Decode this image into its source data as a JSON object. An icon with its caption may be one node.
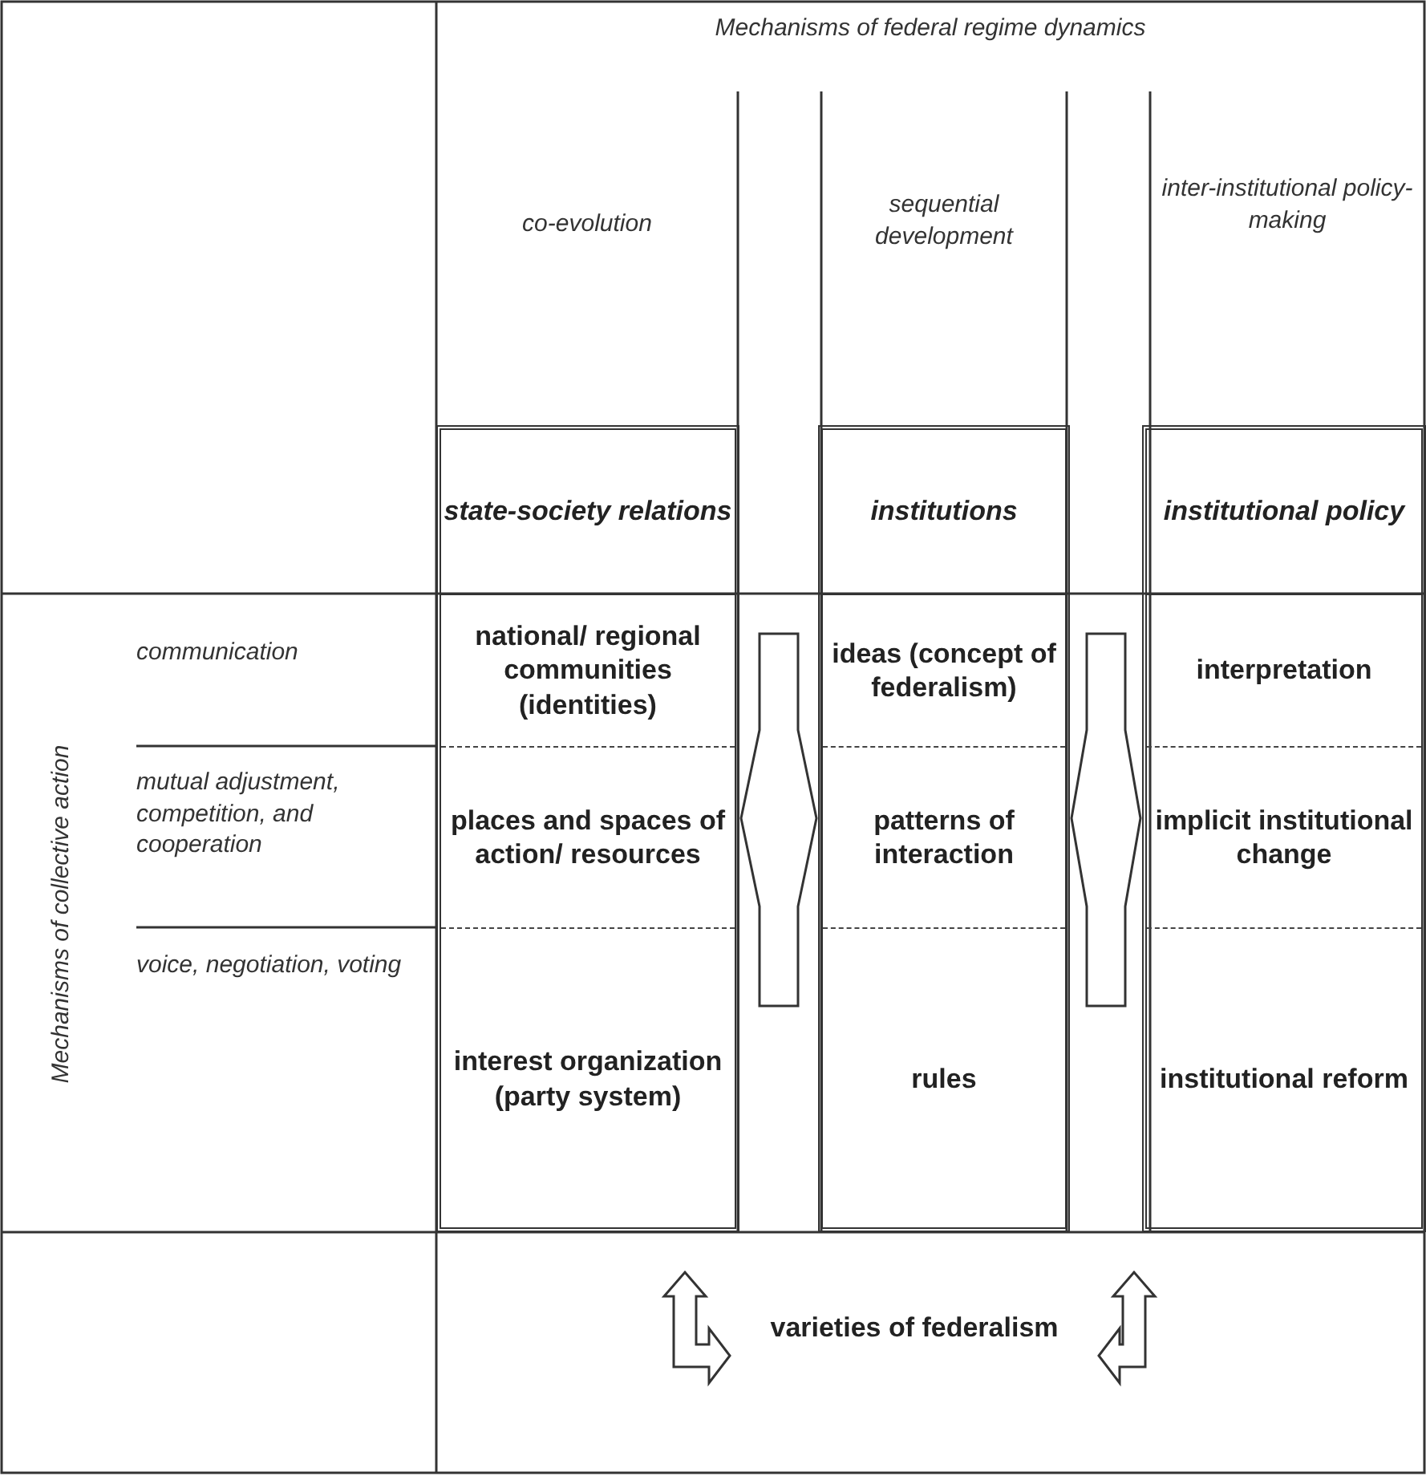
{
  "diagram": {
    "nodes": [
      {
        "text": [
          "state-society relations"
        ]
      },
      {
        "text": [
          "national/ regional communities (identities)"
        ],
        "in": 0
      },
      {
        "text": [
          "places and spaces of action/ resources"
        ],
        "in": 0
      },
      {
        "text": [
          "interest organization (party system)"
        ],
        "in": 0
      },
      {
        "text": [
          "institutions"
        ]
      },
      {
        "text": [
          "ideas (concept of federalism)"
        ],
        "in": 4
      },
      {
        "text": [
          "patterns of interaction"
        ],
        "in": 4
      },
      {
        "text": [
          "rules"
        ],
        "in": 4
      },
      {
        "text": [
          "institutional policy"
        ]
      },
      {
        "text": [
          "interpretation"
        ],
        "in": 8
      },
      {
        "text": [
          "implicit institutional change"
        ],
        "in": 8
      },
      {
        "text": [
          "institutional reform"
        ],
        "in": 8
      },
      {
        "text": [
          "varieties of federalism"
        ]
      }
    ],
    "edges": [
      {
        "from": 0,
        "to": 4,
        "arrow": "both"
      },
      {
        "from": 4,
        "to": 8,
        "arrow": "both"
      },
      {
        "from": 0,
        "to": 12,
        "arrow": "both"
      },
      {
        "from": 8,
        "to": 12,
        "arrow": "both"
      }
    ],
    "labels": [
      "Mechanisms of federal regime dynamics",
      "co-evolution",
      "sequential development",
      "inter-institutional policy-making",
      "Mechanisms of collective action",
      "communication",
      "mutual adjustment, competition, and cooperation",
      "voice, negotiation, voting"
    ]
  }
}
